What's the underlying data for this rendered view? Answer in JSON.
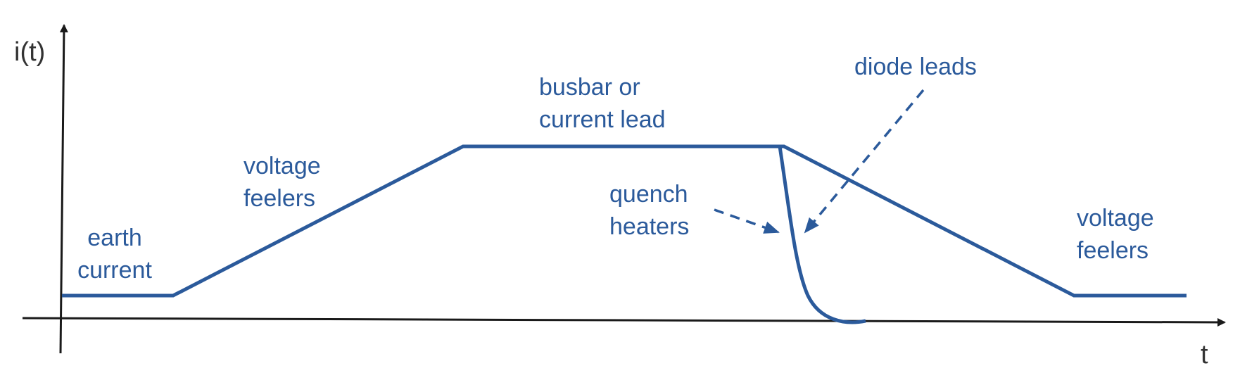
{
  "axes": {
    "y_label": "i(t)",
    "x_label": "t"
  },
  "colors": {
    "curve": "#2b5a9b",
    "label": "#2b5a9b",
    "axis": "#1a1a1a",
    "axis_label": "#333333"
  },
  "labels": {
    "earth_current": {
      "line1": "earth",
      "line2": "current"
    },
    "voltage_feelers_ramp_up": {
      "line1": "voltage",
      "line2": "feelers"
    },
    "busbar_current_lead": {
      "line1": "busbar or",
      "line2": "current lead"
    },
    "diode_leads": {
      "line1": "diode leads"
    },
    "quench_heaters": {
      "line1": "quench",
      "line2": "heaters"
    },
    "voltage_feelers_ramp_down": {
      "line1": "voltage",
      "line2": "feelers"
    }
  }
}
